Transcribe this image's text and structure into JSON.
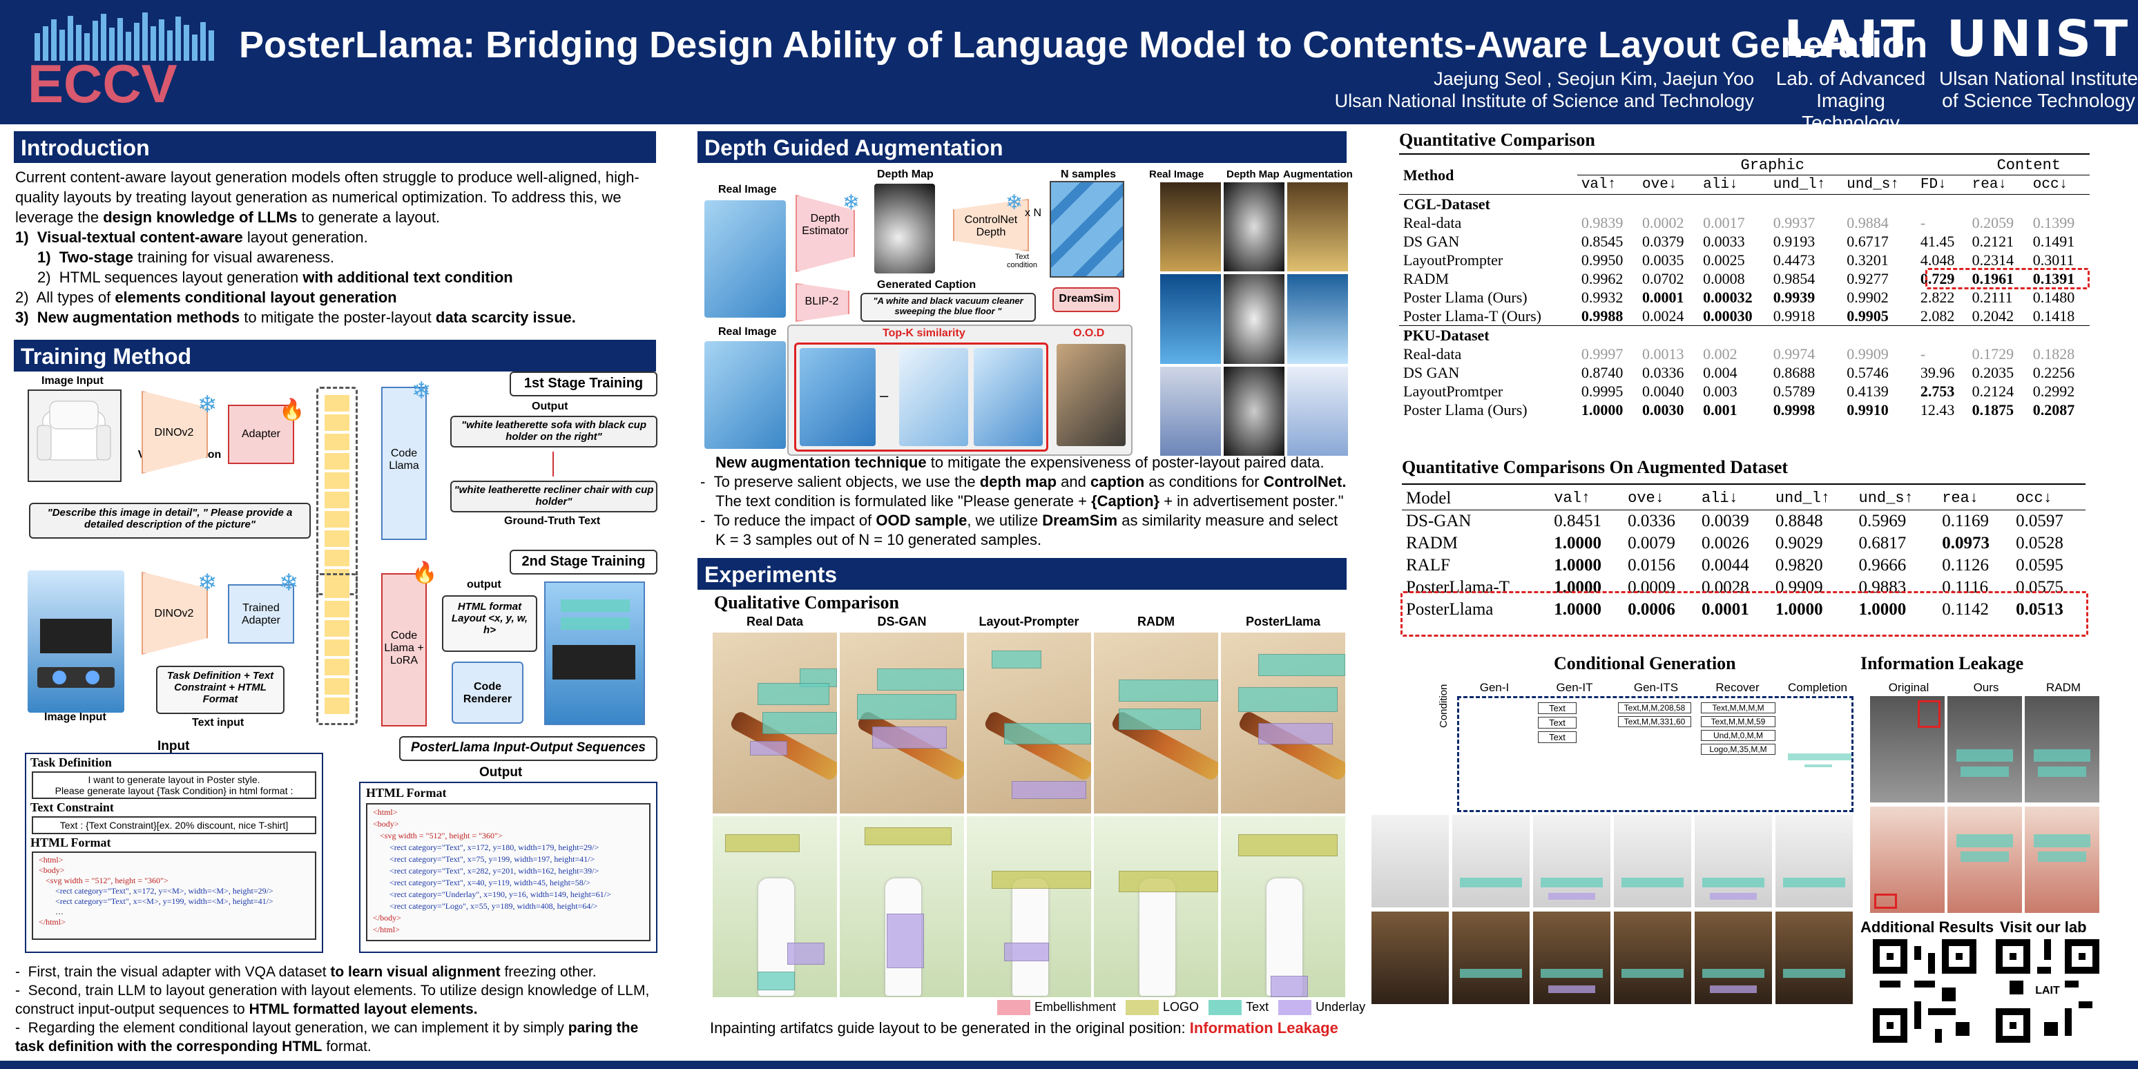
{
  "header": {
    "conf": "ECCV",
    "title": "PosterLlama: Bridging Design Ability of Language Model to Contents-Aware Layout Generation",
    "authors": "Jaejung Seol , Seojun Kim, Jaejun Yoo",
    "affil": "Ulsan National Institute of Science and Technology",
    "lab_logo": "LAIT",
    "lab_name_1": "Lab. of Advanced",
    "lab_name_2": "Imaging Technology",
    "unist_logo": "UNIST",
    "unist_name_1": "Ulsan National Institute",
    "unist_name_2": "of Science Technology"
  },
  "intro": {
    "heading": "Introduction",
    "p1": "Current content-aware layout generation models often struggle to produce well-aligned, high-quality layouts by treating layout generation as numerical optimization. To address this, we leverage the",
    "p1_b": "design knowledge of LLMs",
    "p1_end": "to generate a layout.",
    "i1_num": "1)",
    "i1_b": "Visual-textual content-aware",
    "i1_t": "layout generation.",
    "i1a_num": "1)",
    "i1a_b": "Two-stage",
    "i1a_t": "training for visual awareness.",
    "i1b_num": "2)",
    "i1b_t": "HTML sequences layout generation",
    "i1b_b": "with additional text condition",
    "i2_num": "2)",
    "i2_t": "All types of",
    "i2_b": "elements conditional layout generation",
    "i3_num": "3)",
    "i3_b": "New augmentation methods",
    "i3_t": "to mitigate the poster-layout",
    "i3_b2": "data scarcity issue."
  },
  "training": {
    "heading": "Training Method",
    "image_input": "Image Input",
    "visual_question": "Visual Question",
    "dino": "DINOv2",
    "adapter": "Adapter",
    "trained_adapter": "Trained Adapter",
    "code_llama": "Code Llama",
    "code_llama_lora": "Code Llama + LoRA",
    "stage1": "1st Stage Training",
    "stage2": "2nd Stage Training",
    "output": "Output",
    "out1": "\"white leatherette sofa with black cup holder on the right\"",
    "gt": "\"white leatherette recliner chair with cup holder\"",
    "gt_label": "Ground-Truth Text",
    "vq": "\"Describe this image in detail\", \" Please provide a detailed description of the picture\"",
    "output2": "output",
    "html_layout": "HTML format Layout <x, y, w, h>",
    "code_renderer": "Code Renderer",
    "task": "Task Definition + Text Constraint + HTML Format",
    "text_input": "Text input",
    "image_input2": "Image Input",
    "input_label": "Input",
    "seq_title": "PosterLlama Input-Output Sequences",
    "output_label": "Output",
    "task_def": "Task Definition",
    "task_text1": "I want to generate layout in Poster style.",
    "task_text2": "Please generate layout {Task Condition} in html format :",
    "text_constraint": "Text Constraint",
    "tc_text": "Text : {Text Constraint}[ex. 20% discount, nice T-shirt]",
    "html_format": "HTML Format",
    "html_in": [
      "<html>",
      "<body>",
      "<svg width = \"512\", height = \"360\">",
      "<rect category=\"Text\", x=172, y=<M>, width=<M>, height=29/>",
      "<rect category=\"Text\", x=<M>, y=199, width=<M>, height=41/>",
      "…",
      "</html>"
    ],
    "html_format2": "HTML Format",
    "html_out": [
      "<html>",
      "<body>",
      "<svg width = \"512\", height = \"360\">",
      "<rect category=\"Text\", x=172, y=180, width=179, height=29/>",
      "<rect category=\"Text\", x=75, y=199, width=197, height=41/>",
      "<rect category=\"Text\", x=282, y=201, width=162, height=39/>",
      "<rect category=\"Text\", x=40, y=119, width=45, height=58/>",
      "<rect category=\"Underlay\", x=190, y=16, width=149, height=61/>",
      "<rect category=\"Logo\", x=55, y=189, width=408, height=64/>",
      "</body>",
      "</html>"
    ],
    "b1_pre": "First, train the visual adapter with VQA dataset",
    "b1_b": "to learn visual alignment",
    "b1_post": "freezing other.",
    "b2_pre": "Second, train LLM to layout generation with layout elements. To utilize design knowledge of LLM, construct input-output sequences to",
    "b2_b": "HTML formatted layout elements.",
    "b3_pre": "Regarding the element conditional layout generation, we can implement it by simply",
    "b3_b": "paring the task definition with the corresponding HTML",
    "b3_post": "format."
  },
  "depth": {
    "heading": "Depth Guided Augmentation",
    "real_image": "Real Image",
    "depth_map": "Depth Map",
    "n_samples": "N samples",
    "depth_est": "Depth Estimator",
    "controlnet": "ControlNet Depth",
    "xn": "x N",
    "text_cond": "Text condition",
    "gen_caption": "Generated Caption",
    "blip": "BLIP-2",
    "caption": "\"A white and black vacuum cleaner sweeping the blue floor \"",
    "dreamsim": "DreamSim",
    "real_image2": "Real Image",
    "topk": "Top-K similarity",
    "ood": "O.O.D",
    "minus": "–",
    "col1": "Real Image",
    "col2": "Depth Map",
    "col3": "Augmentation",
    "t1_b": "New augmentation technique",
    "t1": "to mitigate the expensiveness of poster-layout paired data.",
    "t2_pre": "To preserve salient objects, we use the",
    "t2_b1": "depth map",
    "t2_and": "and",
    "t2_b2": "caption",
    "t2_mid": "as conditions for",
    "t2_b3": "ControlNet.",
    "t2_line2": "The text condition is formulated like \"Please generate +",
    "t2_b4": "{Caption}",
    "t2_end": "+ in advertisement poster.\"",
    "t3_pre": "To reduce the impact of",
    "t3_b1": "OOD sample",
    "t3_mid": ", we utilize",
    "t3_b2": "DreamSim",
    "t3_end": "as similarity measure and select",
    "t3_line2": "K = 3 samples out of N = 10 generated samples."
  },
  "experiments": {
    "heading": "Experiments",
    "qual": "Qualitative Comparison",
    "cols": [
      "Real Data",
      "DS-GAN",
      "Layout-Prompter",
      "RADM",
      "PosterLlama"
    ],
    "legend": [
      "Embellishment",
      "LOGO",
      "Text",
      "Underlay"
    ],
    "caption_pre": "Inpainting artifatcs guide layout to be generated in the original position:",
    "caption_red": "Information Leakage"
  },
  "quant": {
    "title": "Quantitative Comparison",
    "method": "Method",
    "graphic": "Graphic",
    "content": "Content",
    "cols": [
      "val↑",
      "ove↓",
      "ali↓",
      "und_l↑",
      "und_s↑",
      "FD↓",
      "rea↓",
      "occ↓"
    ],
    "cgl": "CGL-Dataset",
    "pku": "PKU-Dataset",
    "cgl_rows": [
      [
        "Real-data",
        "0.9839",
        "0.0002",
        "0.0017",
        "0.9937",
        "0.9884",
        "-",
        "0.2059",
        "0.1399"
      ],
      [
        "DS GAN",
        "0.8545",
        "0.0379",
        "0.0033",
        "0.9193",
        "0.6717",
        "41.45",
        "0.2121",
        "0.1491"
      ],
      [
        "LayoutPrompter",
        "0.9950",
        "0.0035",
        "0.0025",
        "0.4473",
        "0.3201",
        "4.048",
        "0.2314",
        "0.3011"
      ],
      [
        "RADM",
        "0.9962",
        "0.0702",
        "0.0008",
        "0.9854",
        "0.9277",
        "0.729",
        "0.1961",
        "0.1391"
      ],
      [
        "Poster Llama (Ours)",
        "0.9932",
        "0.0001",
        "0.00032",
        "0.9939",
        "0.9902",
        "2.822",
        "0.2111",
        "0.1480"
      ],
      [
        "Poster Llama-T (Ours)",
        "0.9988",
        "0.0024",
        "0.00030",
        "0.9918",
        "0.9905",
        "2.082",
        "0.2042",
        "0.1418"
      ]
    ],
    "pku_rows": [
      [
        "Real-data",
        "0.9997",
        "0.0013",
        "0.002",
        "0.9974",
        "0.9909",
        "-",
        "0.1729",
        "0.1828"
      ],
      [
        "DS GAN",
        "0.8740",
        "0.0336",
        "0.004",
        "0.8688",
        "0.5746",
        "39.96",
        "0.2035",
        "0.2256"
      ],
      [
        "LayoutPromtper",
        "0.9995",
        "0.0040",
        "0.003",
        "0.5789",
        "0.4139",
        "2.753",
        "0.2124",
        "0.2992"
      ],
      [
        "Poster Llama (Ours)",
        "1.0000",
        "0.0030",
        "0.001",
        "0.9998",
        "0.9910",
        "12.43",
        "0.1875",
        "0.2087"
      ]
    ]
  },
  "aug": {
    "title": "Quantitative Comparisons On Augmented Dataset",
    "cols": [
      "Model",
      "val↑",
      "ove↓",
      "ali↓",
      "und_l↑",
      "und_s↑",
      "rea↓",
      "occ↓"
    ],
    "rows": [
      [
        "DS-GAN",
        "0.8451",
        "0.0336",
        "0.0039",
        "0.8848",
        "0.5969",
        "0.1169",
        "0.0597"
      ],
      [
        "RADM",
        "1.0000",
        "0.0079",
        "0.0026",
        "0.9029",
        "0.6817",
        "0.0973",
        "0.0528"
      ],
      [
        "RALF",
        "1.0000",
        "0.0156",
        "0.0044",
        "0.9820",
        "0.9666",
        "0.1126",
        "0.0595"
      ],
      [
        "PosterLlama-T",
        "1.0000",
        "0.0009",
        "0.0028",
        "0.9909",
        "0.9883",
        "0.1116",
        "0.0575"
      ],
      [
        "PosterLlama",
        "1.0000",
        "0.0006",
        "0.0001",
        "1.0000",
        "1.0000",
        "0.1142",
        "0.0513"
      ]
    ]
  },
  "cond": {
    "title": "Conditional Generation",
    "cols": [
      "Gen-I",
      "Gen-IT",
      "Gen-ITS",
      "Recover",
      "Completion"
    ],
    "condition": "Condition",
    "genit": [
      "Text",
      "Text",
      "Text"
    ],
    "genits": [
      "Text,M,M,208,58",
      "Text,M,M,331,60"
    ],
    "recover": [
      "Text,M,M,M,M",
      "Text,M,M,M,59",
      "Und,M,0,M,M",
      "Logo,M,35,M,M"
    ]
  },
  "leak": {
    "title": "Information Leakage",
    "cols": [
      "Original",
      "Ours",
      "RADM"
    ],
    "add": "Additional Results",
    "visit": "Visit our lab"
  }
}
